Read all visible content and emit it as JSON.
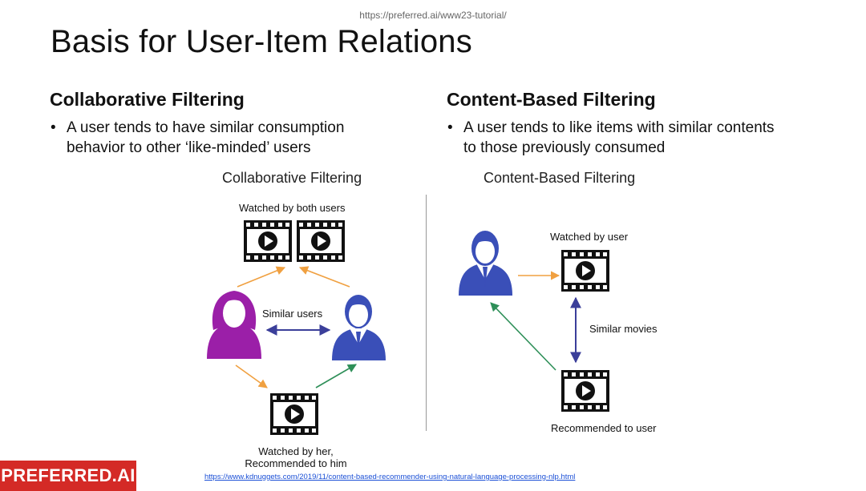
{
  "header": {
    "url": "https://preferred.ai/www23-tutorial/",
    "title": "Basis for User-Item Relations"
  },
  "left": {
    "heading": "Collaborative Filtering",
    "bullet_line1": "A user tends to have similar consumption",
    "bullet_line2": "behavior to other ‘like-minded’ users",
    "diagram": {
      "title": "Collaborative Filtering",
      "label_top": "Watched by both users",
      "label_similar": "Similar users",
      "label_bottom_1": "Watched by her,",
      "label_bottom_2": "Recommended to him"
    }
  },
  "right": {
    "heading": "Content-Based Filtering",
    "bullet_line1": "A user tends to like items with similar contents",
    "bullet_line2": "to those previously consumed",
    "diagram": {
      "title": "Content-Based Filtering",
      "label_watched": "Watched by user",
      "label_similar": "Similar movies",
      "label_recommended": "Recommended to user"
    }
  },
  "footer": {
    "logo": "PREFERRED.AI",
    "source_url": "https://www.kdnuggets.com/2019/11/content-based-recommender-using-natural-language-processing-nlp.html"
  },
  "colors": {
    "female_user": "#9b1fa8",
    "male_user": "#3a4fb8",
    "arrow_orange": "#f0a040",
    "arrow_green": "#2e8f58",
    "arrow_purple": "#3b3f9a",
    "logo_bg": "#d42a26"
  },
  "icons": {
    "film": "film-reel-play-icon",
    "female": "female-user-icon",
    "male": "male-user-icon"
  }
}
